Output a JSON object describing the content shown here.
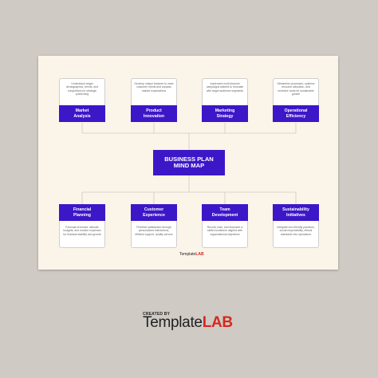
{
  "title": "BUSINESS PLAN\nMIND MAP",
  "top_branches": [
    {
      "label": "Market\nAnalysis",
      "description": "Understand target demographics, trends, and competitors for strategic positioning"
    },
    {
      "label": "Product\nInnovation",
      "description": "Develop unique features to meet customer needs and surpass market expectations"
    },
    {
      "label": "Marketing\nStrategy",
      "description": "Implement multi-channel campaigns tailored to resonate with target audience segments"
    },
    {
      "label": "Operational\nEfficiency",
      "description": "Streamline processes, optimize resource allocation, and minimize costs for sustainable growth"
    }
  ],
  "bottom_branches": [
    {
      "label": "Financial\nPlanning",
      "description": "Forecast revenues, allocate budgets, and monitor expenses for financial stability and growth"
    },
    {
      "label": "Customer\nExperience",
      "description": "Prioritize satisfaction through personalized interactions, efficient support, quality service"
    },
    {
      "label": "Team\nDevelopment",
      "description": "Recruit, train, and empower a skilled workforce aligned with organizational objectives"
    },
    {
      "label": "Sustainability\nInitiatives",
      "description": "Integrate eco-friendly practices, social responsibility, ethical standards into operations"
    }
  ],
  "sheet_brand": {
    "regular": "Template",
    "strong": "LAB"
  },
  "credit": {
    "top": "CREATED BY",
    "regular": "Template",
    "strong": "LAB"
  },
  "colors": {
    "accent": "#3c17c8",
    "brand_red": "#d4291f",
    "sheet": "#fbf4e8",
    "background": "#cfcac4"
  }
}
